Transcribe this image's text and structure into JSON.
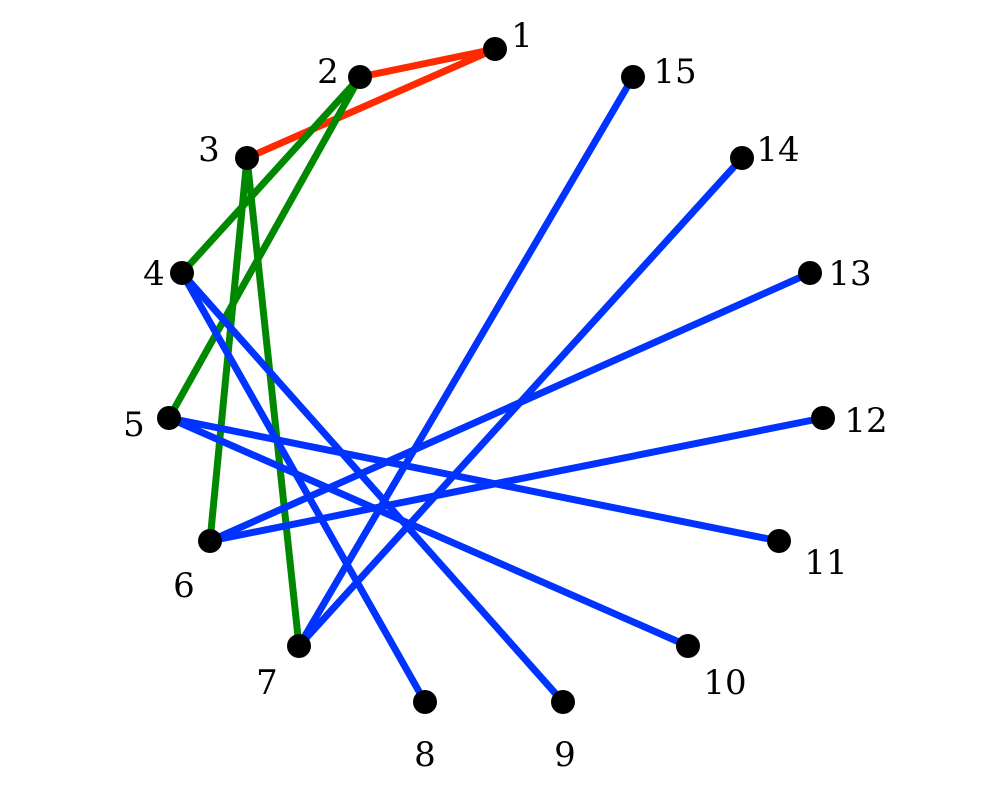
{
  "colors": {
    "red": "#ff2a00",
    "green": "#008800",
    "blue": "#0033ff",
    "node": "#000000",
    "background": "#ffffff"
  },
  "nodes": [
    {
      "id": 1,
      "label": "1"
    },
    {
      "id": 2,
      "label": "2"
    },
    {
      "id": 3,
      "label": "3"
    },
    {
      "id": 4,
      "label": "4"
    },
    {
      "id": 5,
      "label": "5"
    },
    {
      "id": 6,
      "label": "6"
    },
    {
      "id": 7,
      "label": "7"
    },
    {
      "id": 8,
      "label": "8"
    },
    {
      "id": 9,
      "label": "9"
    },
    {
      "id": 10,
      "label": "10"
    },
    {
      "id": 11,
      "label": "11"
    },
    {
      "id": 12,
      "label": "12"
    },
    {
      "id": 13,
      "label": "13"
    },
    {
      "id": 14,
      "label": "14"
    },
    {
      "id": 15,
      "label": "15"
    }
  ],
  "edges": [
    {
      "from": 1,
      "to": 2,
      "color": "red"
    },
    {
      "from": 1,
      "to": 3,
      "color": "red"
    },
    {
      "from": 2,
      "to": 4,
      "color": "green"
    },
    {
      "from": 2,
      "to": 5,
      "color": "green"
    },
    {
      "from": 3,
      "to": 6,
      "color": "green"
    },
    {
      "from": 3,
      "to": 7,
      "color": "green"
    },
    {
      "from": 4,
      "to": 8,
      "color": "blue"
    },
    {
      "from": 4,
      "to": 9,
      "color": "blue"
    },
    {
      "from": 5,
      "to": 10,
      "color": "blue"
    },
    {
      "from": 5,
      "to": 11,
      "color": "blue"
    },
    {
      "from": 6,
      "to": 12,
      "color": "blue"
    },
    {
      "from": 6,
      "to": 13,
      "color": "blue"
    },
    {
      "from": 7,
      "to": 14,
      "color": "blue"
    },
    {
      "from": 7,
      "to": 15,
      "color": "blue"
    }
  ]
}
